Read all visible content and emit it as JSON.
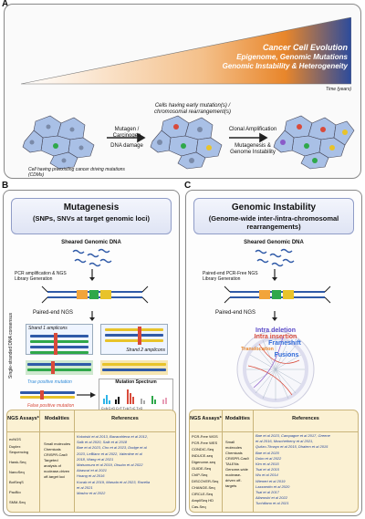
{
  "panels": {
    "a": "A",
    "b": "B",
    "c": "C"
  },
  "panelA": {
    "evolution_lines": [
      "Cancer Cell Evolution",
      "Epigenome, Genomic Mutations",
      "Genomic Instability & Heterogeneity"
    ],
    "time_label": "Time (years)",
    "label_early": "Cells having early mutation(s) / chromosomal rearrangement(s)",
    "label_mutagen": "Mutagen / Carcinogen",
    "label_dna_damage": "DNA damage",
    "label_clonal": "Clonal Amplification",
    "label_mutagenesis": "Mutagenesis & Genome Instability",
    "label_preexisting": "Cell having preexisting cancer driving mutations (CDMs)"
  },
  "panelB": {
    "title": "Mutagenesis",
    "subtitle": "(SNPs, SNVs at target genomic loci)",
    "sheared": "Sheared Genomic DNA",
    "pcr": "PCR amplification & NGS Library Generation",
    "paired": "Paired-end NGS",
    "strand1": "Strand 1 amplicons",
    "strand2": "Strand 2 amplicons",
    "single_stranded": "Single-stranded DNA consensus",
    "true_pos": "True positive mutation",
    "false_pos": "False positive mutation",
    "spectrum_title": "Mutation Spectrum",
    "spectrum_x": "C>A C>G C>T T>A T>C T>G",
    "table": {
      "col1": "NGS Assays*",
      "col2": "Modalities",
      "col3": "References",
      "assays": [
        "ecNGS",
        "Duplex Sequencing",
        "Hawk-Seq",
        "NanoSeq",
        "BotSeqS",
        "PacBio",
        "SMM-Seq"
      ],
      "modalities": [
        "Small molecules",
        "Chemicals",
        "CRISPR-Cas9",
        "Targeted analysis of nuclease-driven off-target loci"
      ],
      "refs": [
        "Kokotski et al 2013, Bavarahleva et al 2012,",
        "Salk et al 2020, Salk et al 2018",
        "Bae et al 2023, Cho et al 2023, Dodge et al",
        "2023, LeBlanc et al 2022, Valentine et al",
        "2018, Wang et al 2021",
        "Matsumura et al 2019, Otsubo et al 2022",
        "Abascal et al 2021",
        "Hoang et al 2016",
        "Kucab et al 2019, Maruda et al 2023, Ravelia",
        "et al 2021",
        "Maslov et al 2022"
      ]
    }
  },
  "panelC": {
    "title": "Genomic Instability",
    "subtitle": "(Genome-wide inter-/intra-chromosomal rearrangements)",
    "sheared": "Sheared Genomic DNA",
    "pcr": "Paired-end PCR-Free NGS Library Generation",
    "paired": "Paired-end NGS",
    "circos_labels": [
      "Intra deletion",
      "Intra insertion",
      "Frameshift",
      "Translocation",
      "Fusions"
    ],
    "table": {
      "col1": "NGS Assays*",
      "col2": "Modalities",
      "col3": "References",
      "assays": [
        "PCR-Free WGS",
        "PCR-Free WES",
        "CONDIC-Seq",
        "INDUCE-seq",
        "Digenome-seq",
        "GUIDE-Seq",
        "ChIP-Seq",
        "DISCOVER-Seq",
        "CHANGE-Seq",
        "CIRCLE-Seq",
        "AmpliSeq HD",
        "Cas-Seq"
      ],
      "modalities": [
        "Small molecules",
        "Chemicals",
        "CRISPR-Cas9",
        "TALENs",
        "Genome-wide nuclease-driven off-targets"
      ],
      "refs": [
        "Bae et al 2023, Campagne et al 2017, Greene",
        "et al 2016, Moschetheny et al 2021,",
        "Quitzo-Tlmayo et al 2015, Dhalem et al 2015",
        "Bae et al 2020",
        "Dobo et al 2022",
        "Kim et al 2015",
        "Tsai et al 2015",
        "Wu et al 2014",
        "Wienert et al 2019",
        "Lazzarotto et al 2020",
        "Tsai et al 2017",
        "Allanoshi et al 2022",
        "Tuchiliano et al 2021"
      ]
    }
  },
  "colors": {
    "blue": "#2f5aa8",
    "orange": "#f2a43a",
    "table_bg": "#fbf1d3"
  }
}
